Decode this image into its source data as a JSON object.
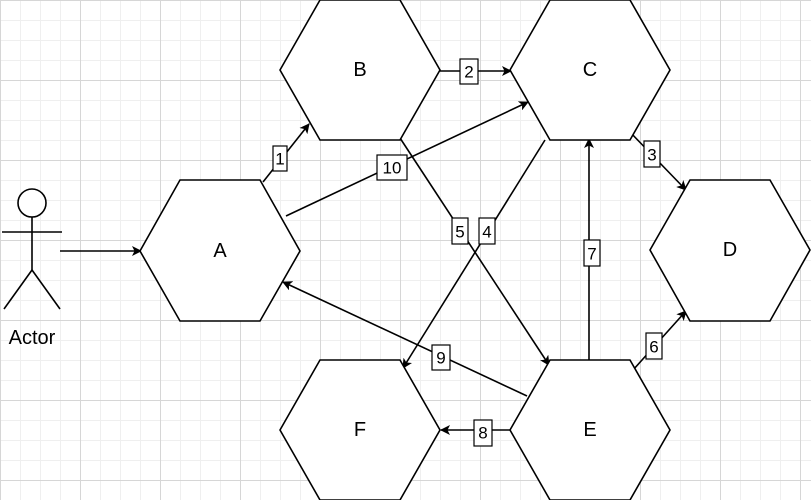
{
  "nodes": [
    {
      "id": "A",
      "label": "A"
    },
    {
      "id": "B",
      "label": "B"
    },
    {
      "id": "C",
      "label": "C"
    },
    {
      "id": "D",
      "label": "D"
    },
    {
      "id": "E",
      "label": "E"
    },
    {
      "id": "F",
      "label": "F"
    }
  ],
  "actor": {
    "label": "Actor"
  },
  "edges": [
    {
      "from": "Actor",
      "to": "A",
      "label": ""
    },
    {
      "from": "A",
      "to": "B",
      "label": "1"
    },
    {
      "from": "B",
      "to": "C",
      "label": "2"
    },
    {
      "from": "C",
      "to": "D",
      "label": "3"
    },
    {
      "from": "C",
      "to": "F",
      "label": "4"
    },
    {
      "from": "B",
      "to": "E",
      "label": "5"
    },
    {
      "from": "E",
      "to": "D",
      "label": "6"
    },
    {
      "from": "E",
      "to": "C",
      "label": "7"
    },
    {
      "from": "E",
      "to": "F",
      "label": "8"
    },
    {
      "from": "E",
      "to": "A",
      "label": "9"
    },
    {
      "from": "A",
      "to": "C",
      "label": "10"
    }
  ]
}
